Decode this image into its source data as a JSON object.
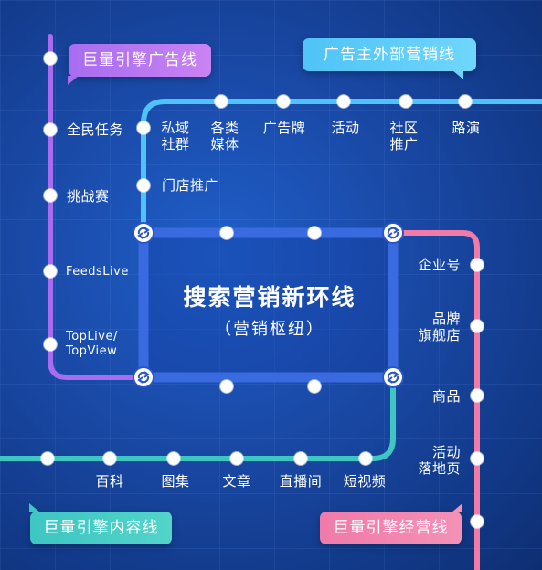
{
  "colors": {
    "background": "#1a4aa8",
    "hub_line": "#3a6ae0",
    "purple_line": "#a86cf0",
    "cyan_line": "#4fc3f7",
    "teal_line": "#3ec6c2",
    "pink_line": "#f07aa8"
  },
  "lines": {
    "purple": {
      "name": "巨量引擎广告线"
    },
    "cyan": {
      "name": "广告主外部营销线"
    },
    "teal": {
      "name": "巨量引擎内容线"
    },
    "pink": {
      "name": "巨量引擎经营线"
    }
  },
  "hub": {
    "title": "搜索营销新环线",
    "subtitle": "（营销枢纽）",
    "transfer_icon": "transfer-icon"
  },
  "stations": {
    "purple": [
      "全民任务",
      "挑战赛",
      "FeedsLive",
      "TopLive/\nTopView"
    ],
    "cyan": [
      "私域\n社群",
      "各类\n媒体",
      "广告牌",
      "活动",
      "社区\n推广",
      "路演",
      "门店推广"
    ],
    "teal": [
      "百科",
      "图集",
      "文章",
      "直播间",
      "短视频"
    ],
    "pink": [
      "企业号",
      "品牌\n旗舰店",
      "商品",
      "活动\n落地页"
    ]
  }
}
